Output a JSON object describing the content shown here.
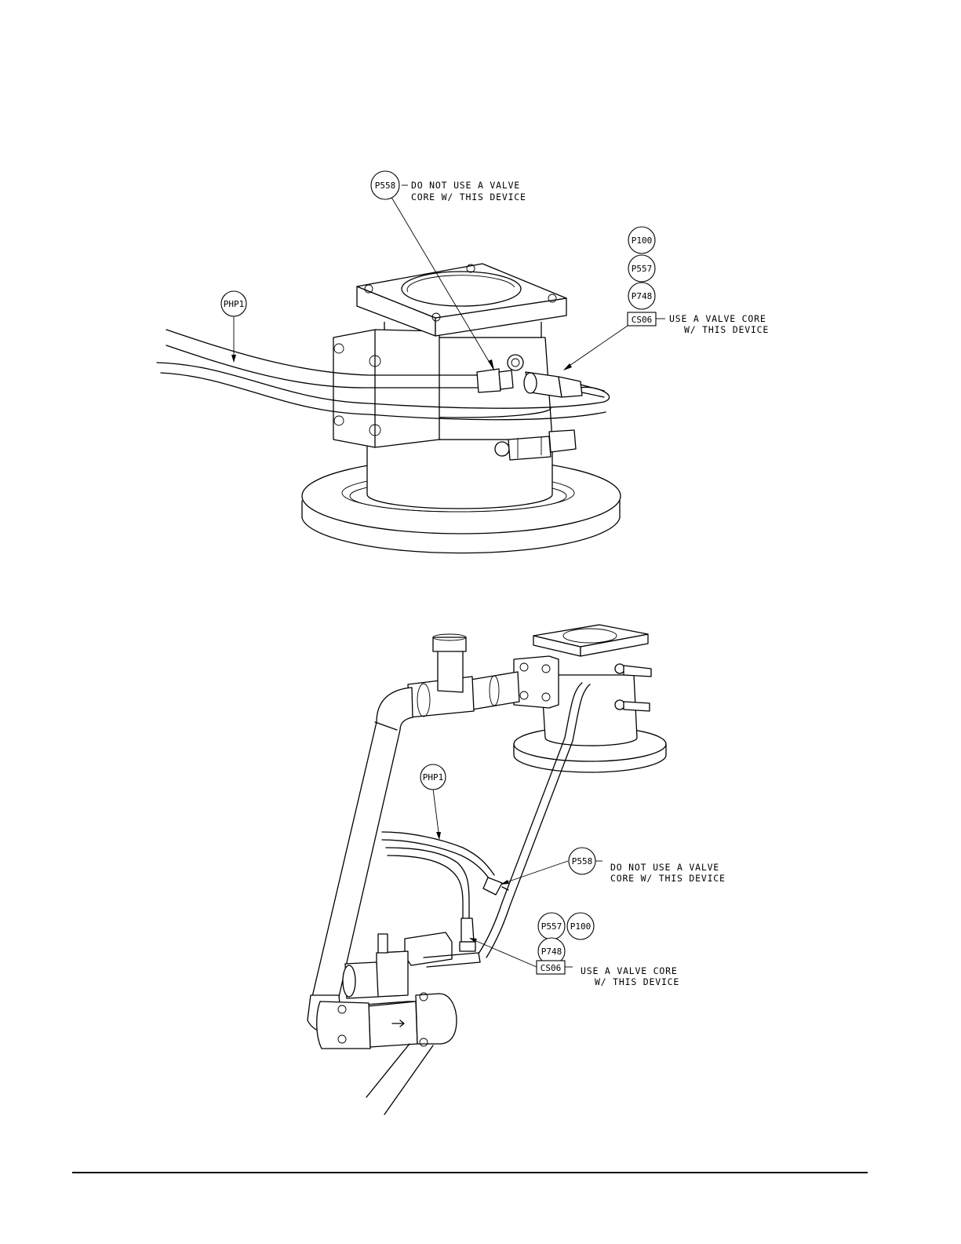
{
  "figure_top": {
    "callouts": {
      "p558": "P558",
      "php1": "PHP1",
      "p100": "P100",
      "p557": "P557",
      "p748": "P748",
      "cs06": "CS06"
    },
    "notes": {
      "no_core_line1": "DO NOT USE A VALVE",
      "no_core_line2": "CORE W/ THIS DEVICE",
      "use_core_line1": "USE A VALVE CORE",
      "use_core_line2": "W/ THIS DEVICE"
    }
  },
  "figure_bottom": {
    "callouts": {
      "php1": "PHP1",
      "p558": "P558",
      "p557": "P557",
      "p100": "P100",
      "p748": "P748",
      "cs06": "CS06"
    },
    "notes": {
      "no_core_line1": "DO NOT USE A VALVE",
      "no_core_line2": "CORE W/ THIS DEVICE",
      "use_core_line1": "USE A VALVE CORE",
      "use_core_line2": "W/ THIS DEVICE"
    }
  }
}
